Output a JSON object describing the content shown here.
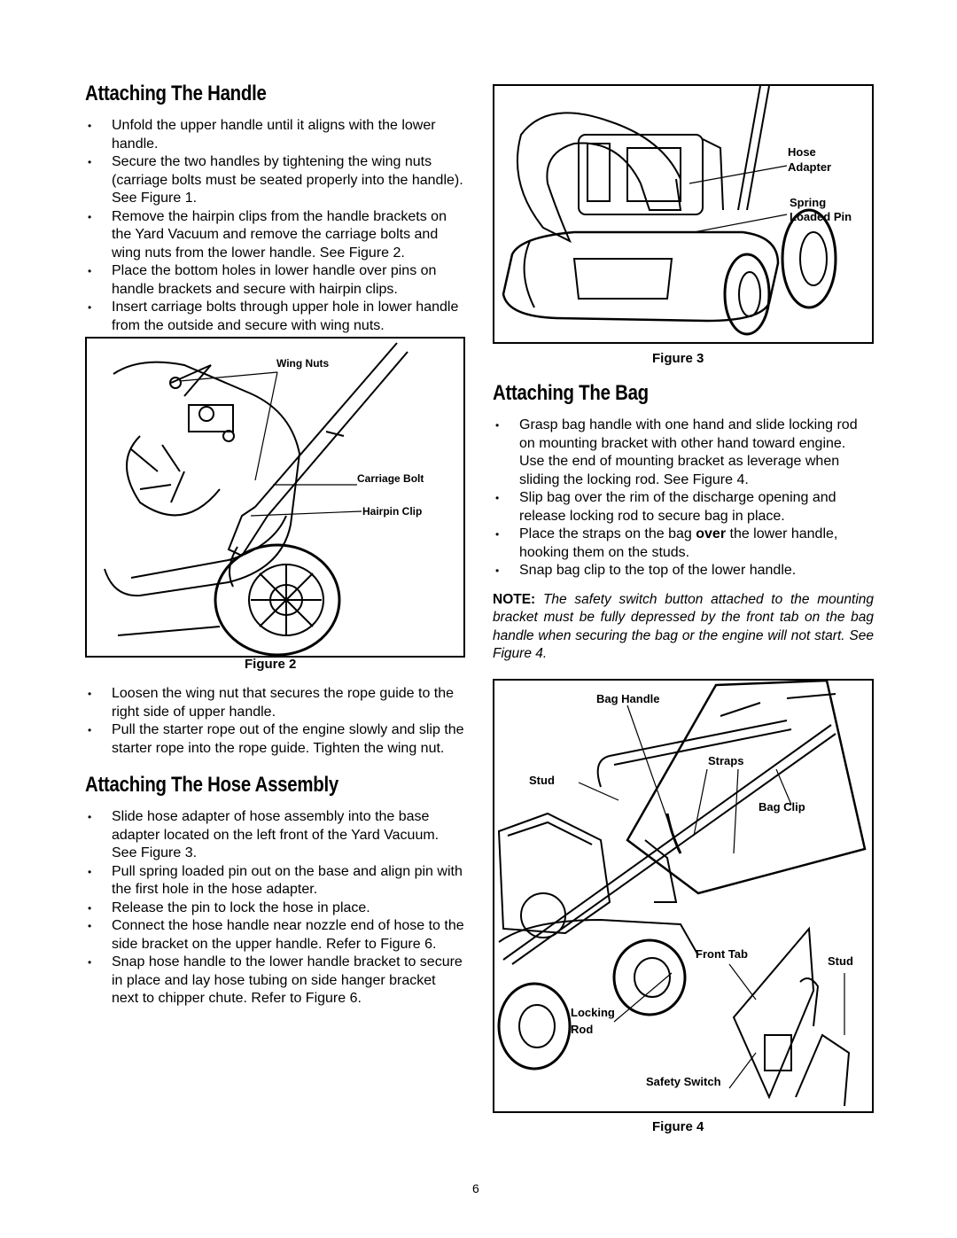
{
  "left": {
    "handle": {
      "heading": "Attaching The Handle",
      "items": [
        "Unfold the upper handle until it aligns with the lower handle.",
        "Secure the two handles by tightening the wing nuts (carriage bolts must be seated properly into the handle). See Figure 1.",
        "Remove the hairpin clips from the handle brackets on the Yard Vacuum and remove the carriage bolts and wing nuts from the lower handle. See Figure 2.",
        "Place the bottom holes in lower handle over pins on handle brackets and secure with hairpin clips.",
        "Insert carriage bolts through upper hole in lower handle from the outside and secure with wing nuts."
      ]
    },
    "figure2": {
      "caption": "Figure 2",
      "labels": {
        "wing_nuts": "Wing Nuts",
        "carriage_bolt": "Carriage Bolt",
        "hairpin_clip": "Hairpin Clip"
      }
    },
    "rope": {
      "items": [
        "Loosen the wing nut that secures the rope guide to the right side of upper handle.",
        "Pull the starter rope out of the engine slowly and slip the starter rope into the rope guide. Tighten the wing nut."
      ]
    },
    "hose": {
      "heading": "Attaching The Hose Assembly",
      "items": [
        "Slide hose adapter of hose assembly into the base adapter located on the left front of the Yard Vacuum. See Figure 3.",
        "Pull spring loaded pin out on the base and align pin with the first hole in the hose adapter.",
        "Release the pin to lock the hose in place.",
        "Connect the hose handle near nozzle end of hose to the side bracket on the upper handle. Refer to Figure 6.",
        "Snap hose handle to the lower handle bracket to secure in place and lay hose tubing on side hanger bracket next to chipper chute. Refer to Figure 6."
      ]
    }
  },
  "right": {
    "figure3": {
      "caption": "Figure 3",
      "labels": {
        "hose": "Hose",
        "adapter": "Adapter",
        "spring": "Spring",
        "loaded_pin": "Loaded Pin"
      }
    },
    "bag": {
      "heading": "Attaching The Bag",
      "items": [
        "Grasp bag handle with one hand and slide locking rod on mounting bracket with other hand toward engine. Use the end of mounting bracket as leverage when sliding the locking rod. See Figure 4.",
        "Slip bag over the rim of the discharge opening and release locking rod to secure bag in place.",
        "Place the straps on the bag over the lower handle, hooking them on the studs.",
        "Snap bag clip to the top of the lower handle."
      ],
      "item3_pre": "Place the straps on the bag ",
      "item3_bold": "over",
      "item3_post": " the lower handle, hooking them on the studs.",
      "note_label": "NOTE:",
      "note_text": " The safety switch button attached to the mounting bracket must be fully depressed by the front tab on the bag handle when securing the bag or the engine will not start. See Figure 4."
    },
    "figure4": {
      "caption": "Figure 4",
      "labels": {
        "bag_handle": "Bag Handle",
        "straps": "Straps",
        "stud_top": "Stud",
        "bag_clip": "Bag Clip",
        "front_tab": "Front Tab",
        "stud_bottom": "Stud",
        "locking": "Locking",
        "rod": "Rod",
        "safety_switch": "Safety Switch"
      }
    }
  },
  "page_number": "6"
}
